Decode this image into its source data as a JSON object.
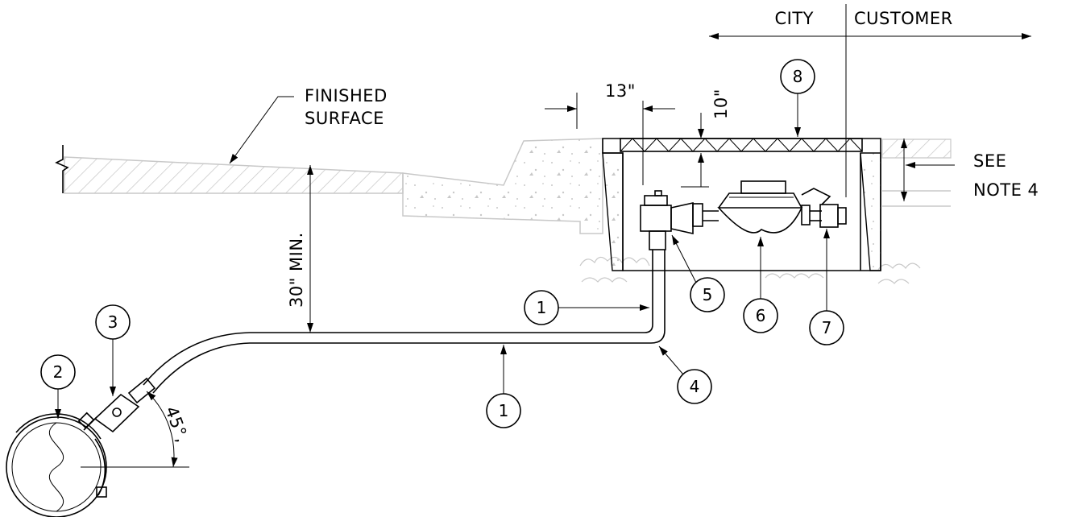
{
  "labels": {
    "city": "CITY",
    "customer": "CUSTOMER",
    "finished_surface_line1": "FINISHED",
    "finished_surface_line2": "SURFACE",
    "see_note_line1": "SEE",
    "see_note_line2": "NOTE 4",
    "dim_13": "13\"",
    "dim_10": "10\"",
    "dim_30_min": "30\" MIN.",
    "angle_45": "45°,"
  },
  "callouts": [
    {
      "id": "1"
    },
    {
      "id": "1"
    },
    {
      "id": "2"
    },
    {
      "id": "3"
    },
    {
      "id": "4"
    },
    {
      "id": "5"
    },
    {
      "id": "6"
    },
    {
      "id": "7"
    },
    {
      "id": "8"
    }
  ],
  "colors": {
    "line": "#000000",
    "concrete": "#c8c8c8",
    "background": "#ffffff"
  }
}
